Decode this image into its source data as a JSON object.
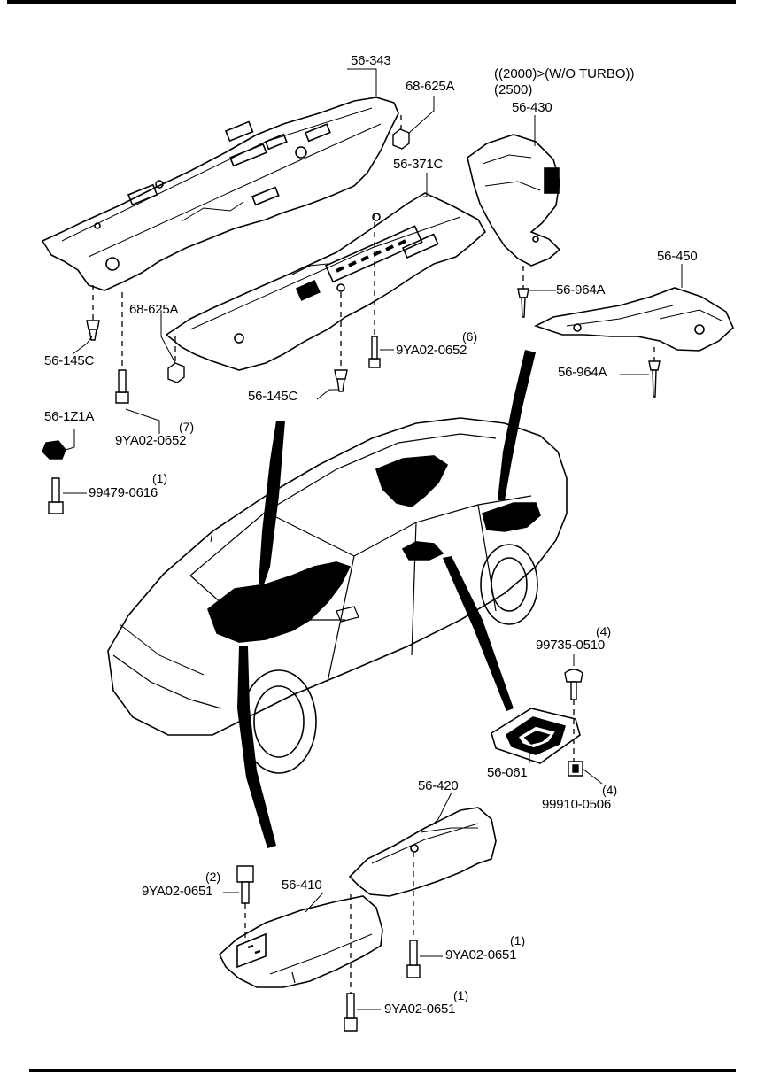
{
  "variant_note": {
    "line1": "((2000)>(W/O TURBO))",
    "line2": "(2500)"
  },
  "parts": {
    "p56_343": "56-343",
    "p68_625A_top": "68-625A",
    "p56_371C": "56-371C",
    "p56_430": "56-430",
    "p56_450": "56-450",
    "p56_964A_1": "56-964A",
    "p56_964A_2": "56-964A",
    "p68_625A_mid": "68-625A",
    "p56_145C_left": "56-145C",
    "p56_145C_mid": "56-145C",
    "p9YA02_0652_mid": "9YA02-0652",
    "p9YA02_0652_left": "9YA02-0652",
    "p56_1Z1A": "56-1Z1A",
    "p99479_0616": "99479-0616",
    "p99735_0510": "99735-0510",
    "p56_061": "56-061",
    "p99910_0506": "99910-0506",
    "p56_420": "56-420",
    "p56_410": "56-410",
    "p9YA02_0651_a": "9YA02-0651",
    "p9YA02_0651_b": "9YA02-0651",
    "p9YA02_0651_c": "9YA02-0651"
  },
  "quantities": {
    "q9YA02_0652_mid": "(6)",
    "q9YA02_0652_left": "(7)",
    "q99479_0616": "(1)",
    "q99735_0510": "(4)",
    "q99910_0506": "(4)",
    "q9YA02_0651_a": "(2)",
    "q9YA02_0651_b": "(1)",
    "q9YA02_0651_c": "(1)"
  }
}
